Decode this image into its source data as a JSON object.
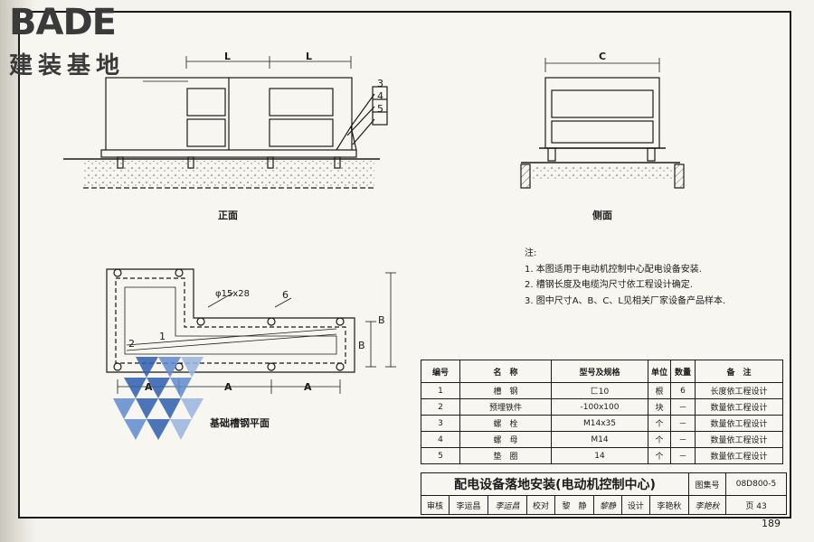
{
  "logo": {
    "en": "BADE",
    "cn": "建装基地"
  },
  "front_view": {
    "caption": "正面",
    "dim_l1": "L",
    "dim_l2": "L",
    "callouts": [
      "3",
      "4",
      "5"
    ]
  },
  "side_view": {
    "caption": "侧面",
    "dim_c": "C"
  },
  "plan_view": {
    "caption": "基础槽钢平面",
    "hole_label": "φ15x28",
    "callout_6": "6",
    "callout_1": "1",
    "callout_2": "2",
    "dim_a1": "A",
    "dim_a2": "A",
    "dim_a3": "A",
    "dim_b1": "B",
    "dim_b2": "B"
  },
  "notes": {
    "title": "注:",
    "items": [
      "1. 本图适用于电动机控制中心配电设备安装.",
      "2. 槽钢长度及电缆沟尺寸依工程设计确定.",
      "3. 图中尺寸A、B、C、L见相关厂家设备产品样本."
    ]
  },
  "bom": {
    "headers": [
      "编号",
      "名　称",
      "型号及规格",
      "单位",
      "数量",
      "备　注"
    ],
    "rows": [
      [
        "1",
        "槽　钢",
        "匚10",
        "根",
        "6",
        "长度依工程设计"
      ],
      [
        "2",
        "预埋铁件",
        "-100x100",
        "块",
        "－",
        "数量依工程设计"
      ],
      [
        "3",
        "螺　栓",
        "M14x35",
        "个",
        "－",
        "数量依工程设计"
      ],
      [
        "4",
        "螺　母",
        "M14",
        "个",
        "－",
        "数量依工程设计"
      ],
      [
        "5",
        "垫　圈",
        "14",
        "个",
        "－",
        "数量依工程设计"
      ]
    ]
  },
  "title_block": {
    "title": "配电设备落地安装(电动机控制中心)",
    "atlas_label": "图集号",
    "atlas_no": "08D800-5",
    "review": "审核",
    "reviewer": "李运昌",
    "reviewer_sig": "李运昌",
    "check": "校对",
    "checker": "黎　静",
    "checker_sig": "黎静",
    "design": "设计",
    "designer": "李艳秋",
    "designer_sig": "李艳秋",
    "page_label": "页",
    "page_no": "43"
  },
  "book_page": "189"
}
